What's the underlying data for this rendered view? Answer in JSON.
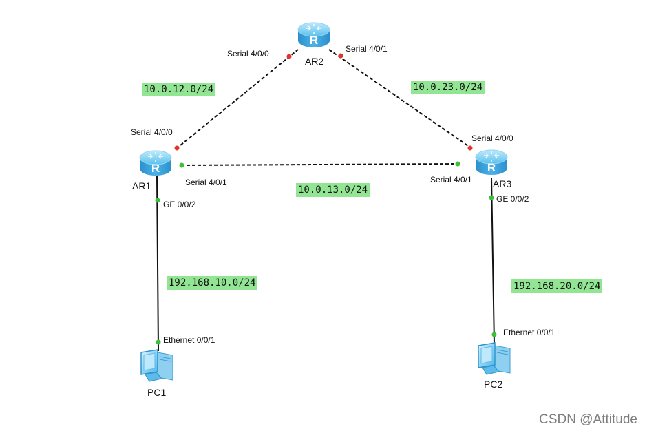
{
  "devices": {
    "ar1": {
      "name": "AR1",
      "type": "router-icon"
    },
    "ar2": {
      "name": "AR2",
      "type": "router-icon"
    },
    "ar3": {
      "name": "AR3",
      "type": "router-icon"
    },
    "pc1": {
      "name": "PC1",
      "type": "pc-icon"
    },
    "pc2": {
      "name": "PC2",
      "type": "pc-icon"
    }
  },
  "interfaces": {
    "ar2_s400": "Serial 4/0/0",
    "ar2_s401": "Serial 4/0/1",
    "ar1_s400": "Serial 4/0/0",
    "ar1_s401": "Serial 4/0/1",
    "ar1_ge": "GE 0/0/2",
    "ar3_s400": "Serial 4/0/0",
    "ar3_s401": "Serial 4/0/1",
    "ar3_ge": "GE 0/0/2",
    "pc1_eth": "Ethernet 0/0/1",
    "pc2_eth": "Ethernet 0/0/1"
  },
  "networks": {
    "net_12": "10.0.12.0/24",
    "net_23": "10.0.23.0/24",
    "net_13": "10.0.13.0/24",
    "net_pc1": "192.168.10.0/24",
    "net_pc2": "192.168.20.0/24"
  },
  "links": [
    {
      "from": "AR1",
      "to": "AR2",
      "style": "serial-dashed",
      "status": "down"
    },
    {
      "from": "AR2",
      "to": "AR3",
      "style": "serial-dashed",
      "status": "down"
    },
    {
      "from": "AR1",
      "to": "AR3",
      "style": "serial-dashed",
      "status": "up"
    },
    {
      "from": "AR1",
      "to": "PC1",
      "style": "ethernet-solid",
      "status": "up"
    },
    {
      "from": "AR3",
      "to": "PC2",
      "style": "ethernet-solid",
      "status": "up"
    }
  ],
  "colors": {
    "network_label_bg": "#92e592",
    "port_up": "#3dbf3d",
    "port_down": "#e0352c",
    "router_body": "#3aa7e0",
    "link": "#111111"
  },
  "watermark": "CSDN @Attitude"
}
